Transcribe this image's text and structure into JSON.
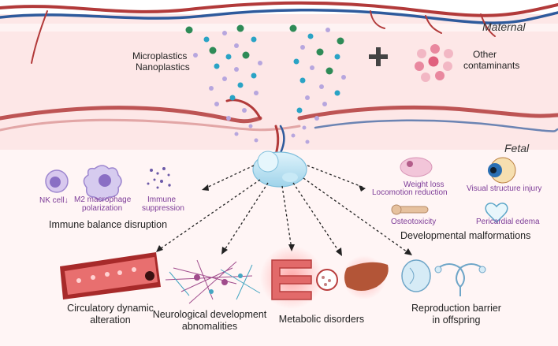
{
  "labels": {
    "maternal": "Maternal",
    "fetal": "Fetal",
    "microplastics": "Microplastics",
    "nanoplastics": "Nanoplastics",
    "plus": "+",
    "other_contaminants_1": "Other",
    "other_contaminants_2": "contaminants"
  },
  "immune": {
    "nk_cell": "NK cell↓",
    "m2_line1": "M2 macrophage",
    "m2_line2": "polarization",
    "immune_line1": "Immune",
    "immune_line2": "suppression",
    "heading": "Immune balance disruption"
  },
  "developmental": {
    "weight_loss": "Weight loss",
    "locomotion": "Locomotion reduction",
    "visual": "Visual structure injury",
    "osteotoxicity": "Osteotoxicity",
    "pericardial": "Pericardial edema",
    "heading": "Developmental malformations"
  },
  "outcomes": {
    "circulatory_1": "Circulatory dynamic",
    "circulatory_2": "alteration",
    "neuro_1": "Neurological development",
    "neuro_2": "abnomalities",
    "metabolic": "Metabolic disorders",
    "repro_1": "Reproduction barrier",
    "repro_2": "in offspring"
  },
  "colors": {
    "maternal_band": "#fce4e4",
    "fetal_band": "#fdeeee",
    "vessel_red": "#b23a3a",
    "vessel_blue": "#2e5a9c",
    "particle_green": "#2e8b57",
    "particle_teal": "#2aa3c5",
    "particle_lilac": "#b7a6de",
    "label_purple": "#7d3c98"
  }
}
